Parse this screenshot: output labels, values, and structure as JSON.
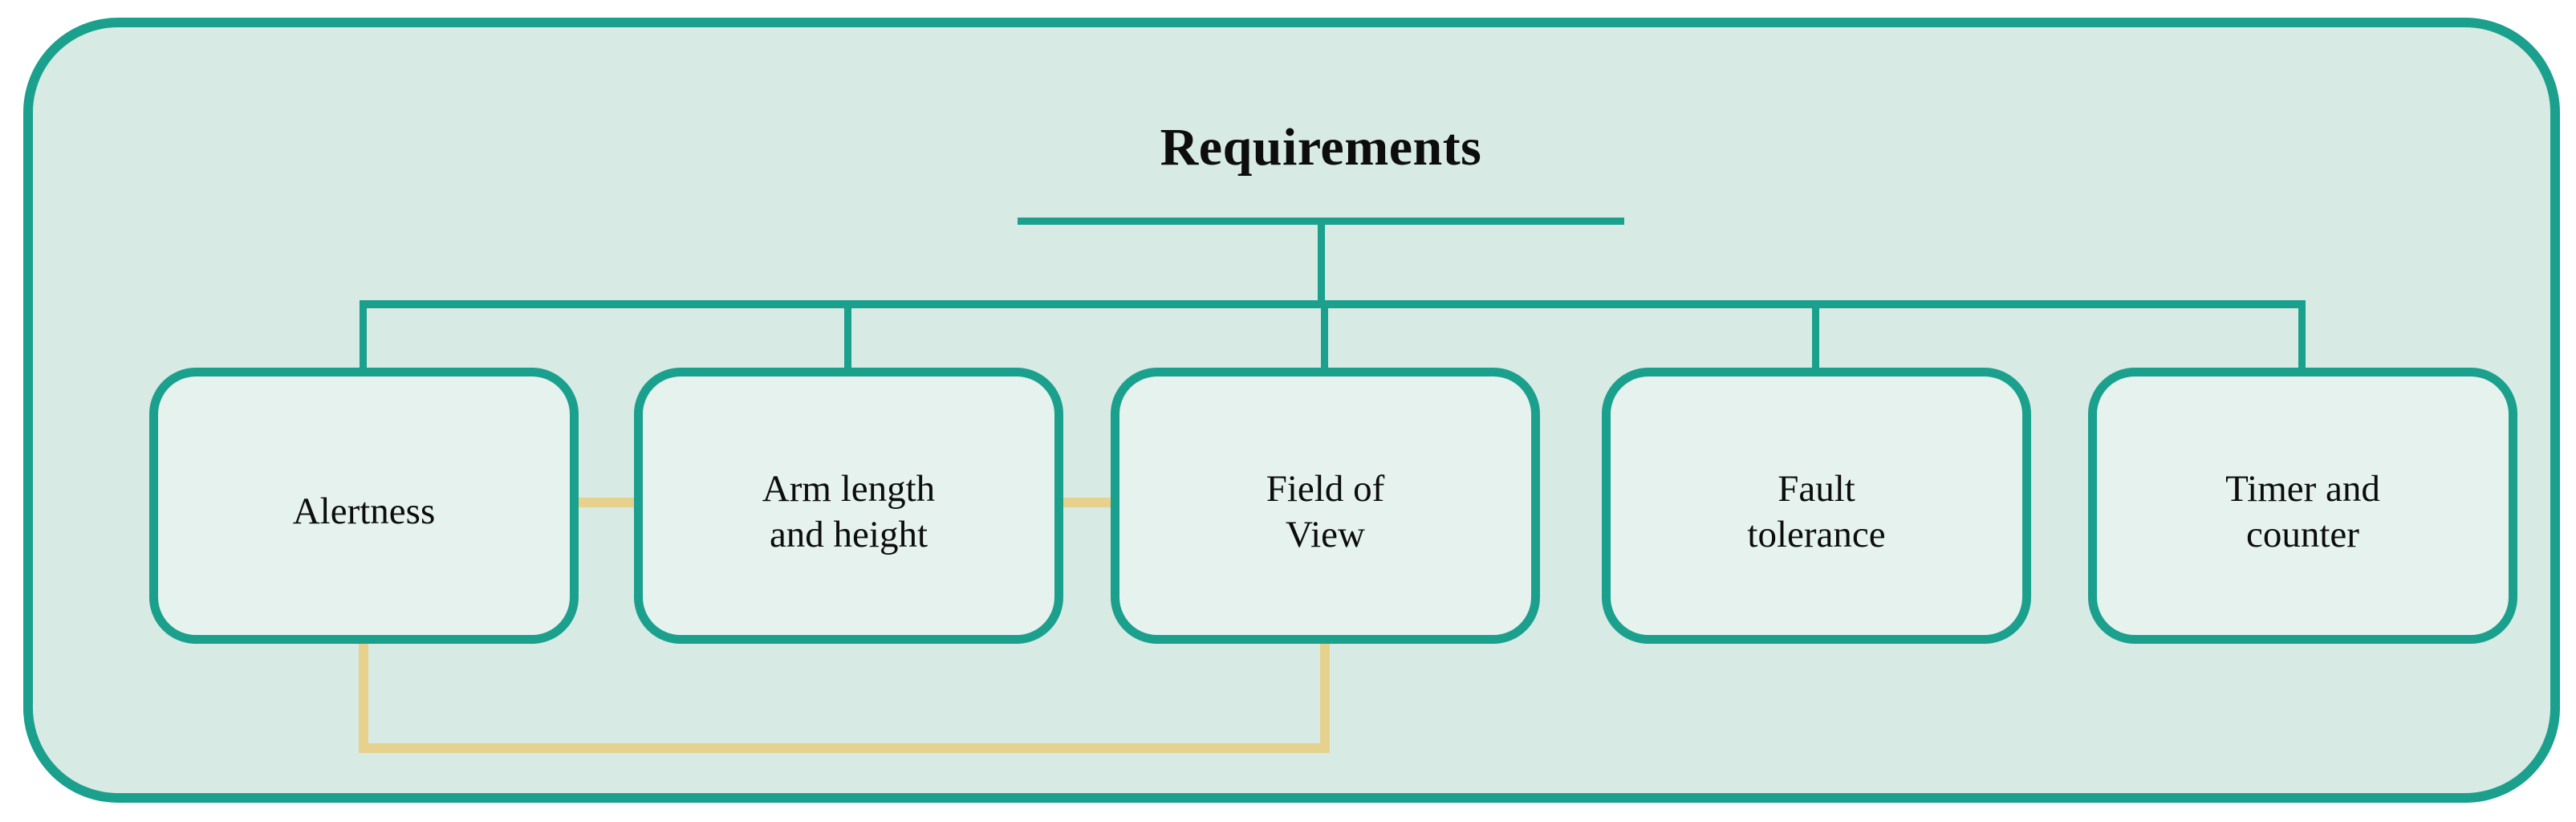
{
  "diagram": {
    "type": "hierarchy",
    "root": {
      "label": "Requirements"
    },
    "children": [
      {
        "id": "alertness",
        "label": [
          "Alertness"
        ]
      },
      {
        "id": "arm-length-height",
        "label": [
          "Arm length",
          "and height"
        ]
      },
      {
        "id": "field-of-view",
        "label": [
          "Field of",
          "View"
        ]
      },
      {
        "id": "fault-tolerance",
        "label": [
          "Fault",
          "tolerance"
        ]
      },
      {
        "id": "timer-counter",
        "label": [
          "Timer and",
          "counter"
        ]
      }
    ],
    "tree_links": [
      {
        "from": "Requirements",
        "to": "Alertness"
      },
      {
        "from": "Requirements",
        "to": "Arm length and height"
      },
      {
        "from": "Requirements",
        "to": "Field of View"
      },
      {
        "from": "Requirements",
        "to": "Fault tolerance"
      },
      {
        "from": "Requirements",
        "to": "Timer and counter"
      }
    ],
    "cross_links": [
      {
        "from": "Alertness",
        "to": "Arm length and height",
        "style": "side-stub"
      },
      {
        "from": "Arm length and height",
        "to": "Field of View",
        "style": "side-stub"
      },
      {
        "from": "Alertness",
        "to": "Field of View",
        "style": "bottom-u"
      }
    ],
    "colors": {
      "container_border": "#1aa08d",
      "container_fill": "#d7eae3",
      "node_border": "#1aa08d",
      "node_fill": "#e5f2ed",
      "tree_line": "#1aa08d",
      "cross_link_line": "#e6d28d",
      "text": "#0d0d0d",
      "page_background": "#ffffff"
    }
  }
}
